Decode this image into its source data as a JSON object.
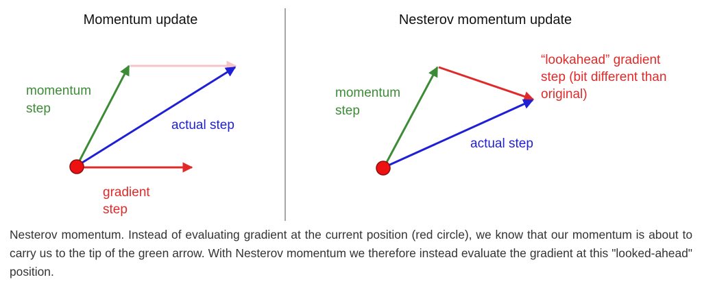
{
  "left_panel": {
    "title": "Momentum update",
    "momentum_label": [
      "momentum",
      "step"
    ],
    "actual_label": "actual step",
    "gradient_label": [
      "gradient",
      "step"
    ]
  },
  "right_panel": {
    "title": "Nesterov momentum update",
    "momentum_label": [
      "momentum",
      "step"
    ],
    "actual_label": "actual step",
    "lookahead_label": [
      "“lookahead” gradient",
      "step (bit different than",
      "original)"
    ]
  },
  "caption": "Nesterov momentum. Instead of evaluating gradient at the current position (red circle), we know that our momentum is about to carry us to the tip of the green arrow. With Nesterov momentum we therefore instead evaluate the gradient at this \"looked-ahead\" position.",
  "colors": {
    "momentum": "#3d8b37",
    "actual": "#1f1fd6",
    "gradient": "#e02a2a",
    "gradient_faded": "#f4c4c8",
    "point_fill": "#ee1111",
    "point_stroke": "#8a1010"
  }
}
